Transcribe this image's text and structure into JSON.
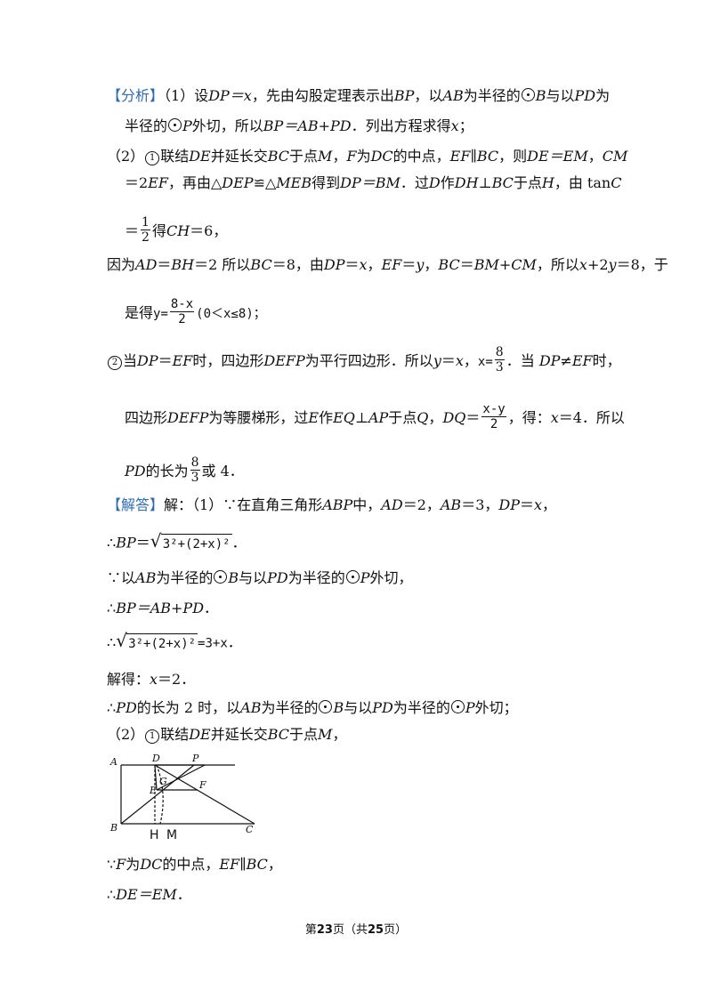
{
  "analysis": {
    "tag": "【分析】",
    "line1": {
      "a": "（1）设",
      "b": "DP＝x",
      "c": "，先由勾股定理表示出",
      "d": "BP",
      "e": "，以",
      "f": "AB",
      "g": "为半径的",
      "h": "B",
      "i": "与以",
      "j": "PD",
      "k": "为"
    },
    "line2": {
      "a": "半径的",
      "b": "P",
      "c": "外切，所以",
      "d": "BP＝AB+PD",
      "e": "．列出方程求得",
      "f": "x",
      "g": "；"
    },
    "line3": {
      "a": "（2）",
      "circled": "1",
      "b": "联结",
      "c": "DE",
      "d": "并延长交",
      "e": "BC",
      "f": "于点",
      "g": "M",
      "h": "，",
      "i": "F",
      "j": "为",
      "k": "DC",
      "l": "的中点，",
      "m": "EF∥BC",
      "n": "，则",
      "o": "DE＝EM",
      "p": "，",
      "q": "CM"
    },
    "line4": {
      "a": "＝2",
      "b": "EF",
      "c": "，再由△",
      "d": "DEP",
      "e": "≌△",
      "f": "MEB",
      "g": "得到",
      "h": "DP＝BM",
      "i": "．过",
      "j": "D",
      "k": "作",
      "l": "DH",
      "m": "⊥",
      "n": "BC",
      "o": "于点",
      "p": "H",
      "q": "，由 tan",
      "r": "C"
    },
    "line5": {
      "a": "＝",
      "num": "1",
      "den": "2",
      "b": "得",
      "c": "CH",
      "d": "＝6，"
    },
    "line6": {
      "a": "因为",
      "b": "AD",
      "c": "＝",
      "d": "BH",
      "e": "＝2 所以",
      "f": "BC",
      "g": "＝8，由",
      "h": "DP",
      "i": "＝",
      "j": "x",
      "k": "，",
      "l": "EF",
      "m": "＝",
      "n": "y",
      "o": "，",
      "p": "BC",
      "q": "＝",
      "r": "BM+CM",
      "s": "，所以",
      "t": "x",
      "u": "+2",
      "v": "y",
      "w": "＝8，于"
    },
    "line7": {
      "a": "是得",
      "b": "y=",
      "num": "8-x",
      "den": "2",
      "c": "(0＜x≤8)；"
    },
    "line8": {
      "circled": "2",
      "a": "当",
      "b": "DP",
      "c": "＝",
      "d": "EF",
      "e": "时，四边形",
      "f": "DEFP",
      "g": "为平行四边形．所以",
      "h": "y",
      "i": "＝",
      "j": "x",
      "k": "，",
      "l": "x=",
      "num": "8",
      "den": "3",
      "m": "．当",
      "n": "DP≠EF",
      "o": "时，"
    },
    "line9": {
      "a": "四边形",
      "b": "DEFP",
      "c": "为等腰梯形，过",
      "d": "E",
      "e": "作",
      "f": "EQ",
      "g": "⊥",
      "h": "AP",
      "i": "于点",
      "j": "Q",
      "k": "，",
      "l": "DQ",
      "m": "＝",
      "num": "x-y",
      "den": "2",
      "n": "，得：",
      "o": "x",
      "p": "＝4．所以"
    },
    "line10": {
      "a": "PD",
      "b": "的长为",
      "num": "8",
      "den": "3",
      "c": "或 4．"
    }
  },
  "solution": {
    "tag": "【解答】",
    "line1": {
      "a": "解：（1）∵在直角三角形",
      "b": "ABP",
      "c": "中，",
      "d": "AD",
      "e": "＝2，",
      "f": "AB",
      "g": "＝3，",
      "h": "DP",
      "i": "＝",
      "j": "x",
      "k": "，"
    },
    "line2": {
      "a": "∴",
      "b": "BP",
      "c": "＝",
      "rad": "3²+(2+x)²",
      "d": "．"
    },
    "line3": {
      "a": "∵以",
      "b": "AB",
      "c": "为半径的",
      "d": "B",
      "e": "与以",
      "f": "PD",
      "g": "为半径的",
      "h": "P",
      "i": "外切，"
    },
    "line4": {
      "a": "∴",
      "b": "BP＝AB+PD",
      "c": "．"
    },
    "line5": {
      "a": "∴",
      "rad": "3²+(2+x)²",
      "b": "=3+x",
      "c": "．"
    },
    "line6": {
      "a": "解得：",
      "b": "x",
      "c": "＝2．"
    },
    "line7": {
      "a": "∴",
      "b": "PD",
      "c": "的长为 2 时，以",
      "d": "AB",
      "e": "为半径的",
      "f": "B",
      "g": "与以",
      "h": "PD",
      "i": "为半径的",
      "j": "P",
      "k": "外切；"
    },
    "line8": {
      "a": "（2）",
      "circled": "1",
      "b": "联结",
      "c": "DE",
      "d": "并延长交",
      "e": "BC",
      "f": "于点",
      "g": "M",
      "h": "，"
    },
    "line9": {
      "a": "∵",
      "b": "F",
      "c": "为",
      "d": "DC",
      "e": "的中点，",
      "f": "EF∥BC",
      "g": "，"
    },
    "line10": {
      "a": "∴",
      "b": "DE＝EM",
      "c": "．"
    }
  },
  "figure": {
    "labels": {
      "A": "A",
      "D": "D",
      "P": "P",
      "G": "G",
      "E": "E",
      "F": "F",
      "B": "B",
      "H": "H",
      "M": "M",
      "C": "C"
    }
  },
  "footer": {
    "a": "第",
    "page": "23",
    "b": "页（共",
    "total": "25",
    "c": "页）"
  },
  "colors": {
    "tag": "#2d6bb5",
    "text": "#111111"
  }
}
